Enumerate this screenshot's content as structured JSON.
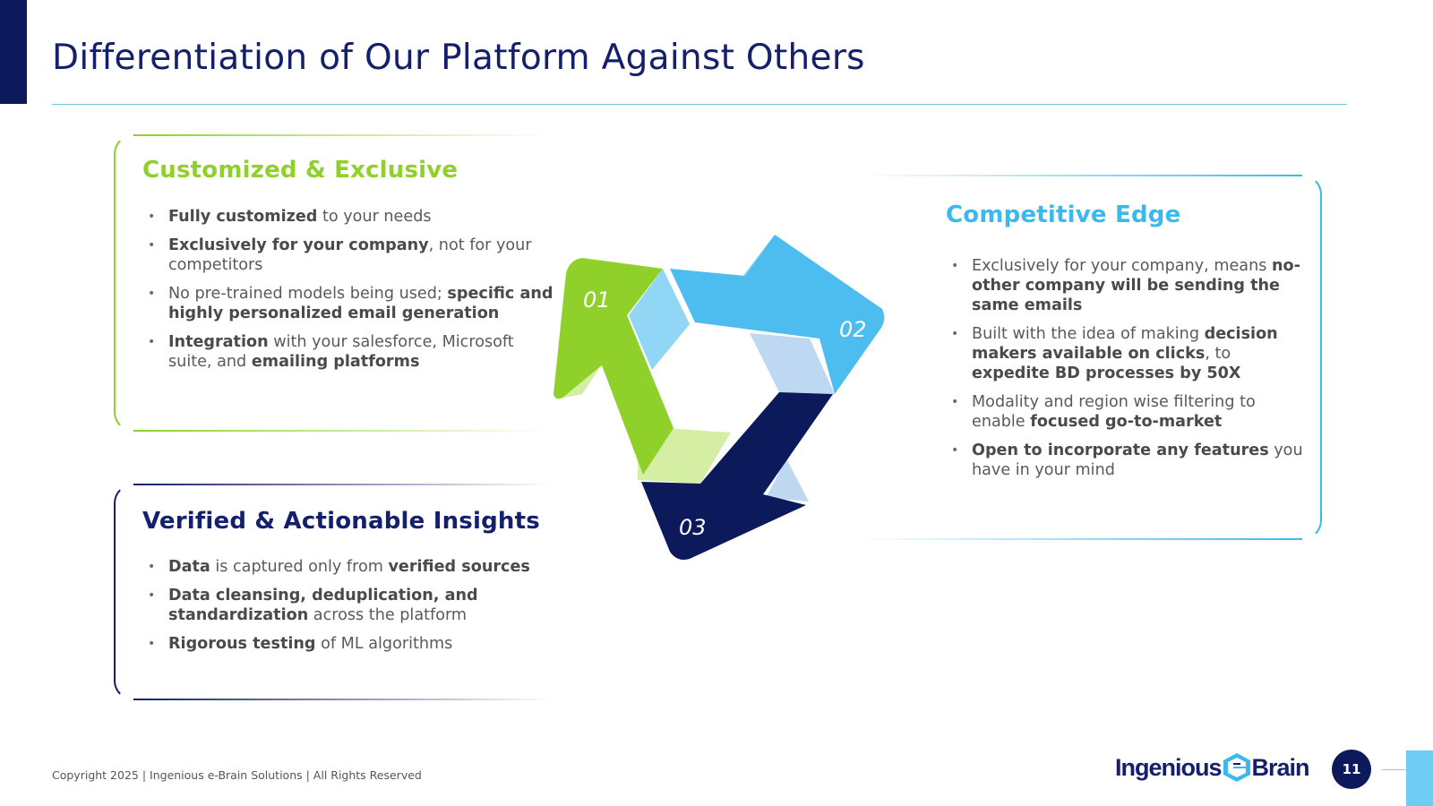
{
  "title": "Differentiation of Our Platform Against Others",
  "colors": {
    "navy": "#14206b",
    "green": "#8fd12a",
    "sky": "#3db8ee",
    "text": "#555555"
  },
  "cards": {
    "custom": {
      "title": "Customized & Exclusive",
      "bullets": [
        [
          {
            "b": "Fully customized"
          },
          {
            "t": " to your needs"
          }
        ],
        [
          {
            "b": "Exclusively for your company"
          },
          {
            "t": ", not for your competitors"
          }
        ],
        [
          {
            "t": "No pre-trained models being used; "
          },
          {
            "b": "specific and highly personalized email generation"
          }
        ],
        [
          {
            "b": "Integration"
          },
          {
            "t": " with your salesforce, Microsoft suite, and "
          },
          {
            "b": "emailing platforms"
          }
        ]
      ]
    },
    "edge": {
      "title": "Competitive Edge",
      "bullets": [
        [
          {
            "t": "Exclusively for your company, means "
          },
          {
            "b": "no-other company will be sending the same emails"
          }
        ],
        [
          {
            "t": "Built with the idea of making "
          },
          {
            "b": "decision makers available on clicks"
          },
          {
            "t": ", to "
          },
          {
            "b": "expedite BD processes by 50X"
          }
        ],
        [
          {
            "t": "Modality and region wise filtering to enable "
          },
          {
            "b": "focused go-to-market"
          }
        ],
        [
          {
            "b": "Open to incorporate any features"
          },
          {
            "t": " you have in your mind"
          }
        ]
      ]
    },
    "verified": {
      "title": "Verified & Actionable Insights",
      "bullets": [
        [
          {
            "b": "Data"
          },
          {
            "t": " is captured only from "
          },
          {
            "b": "verified sources"
          }
        ],
        [
          {
            "b": "Data cleansing, deduplication, and standardization"
          },
          {
            "t": " across the platform"
          }
        ],
        [
          {
            "b": "Rigorous testing"
          },
          {
            "t": " of ML algorithms"
          }
        ]
      ]
    }
  },
  "cycle": {
    "step1": "01",
    "step2": "02",
    "step3": "03"
  },
  "footer": {
    "copyright": "Copyright 2025 | Ingenious e-Brain Solutions | All Rights Reserved",
    "logo_left": "Ingenious",
    "logo_right": "Brain",
    "page_number": "11"
  }
}
